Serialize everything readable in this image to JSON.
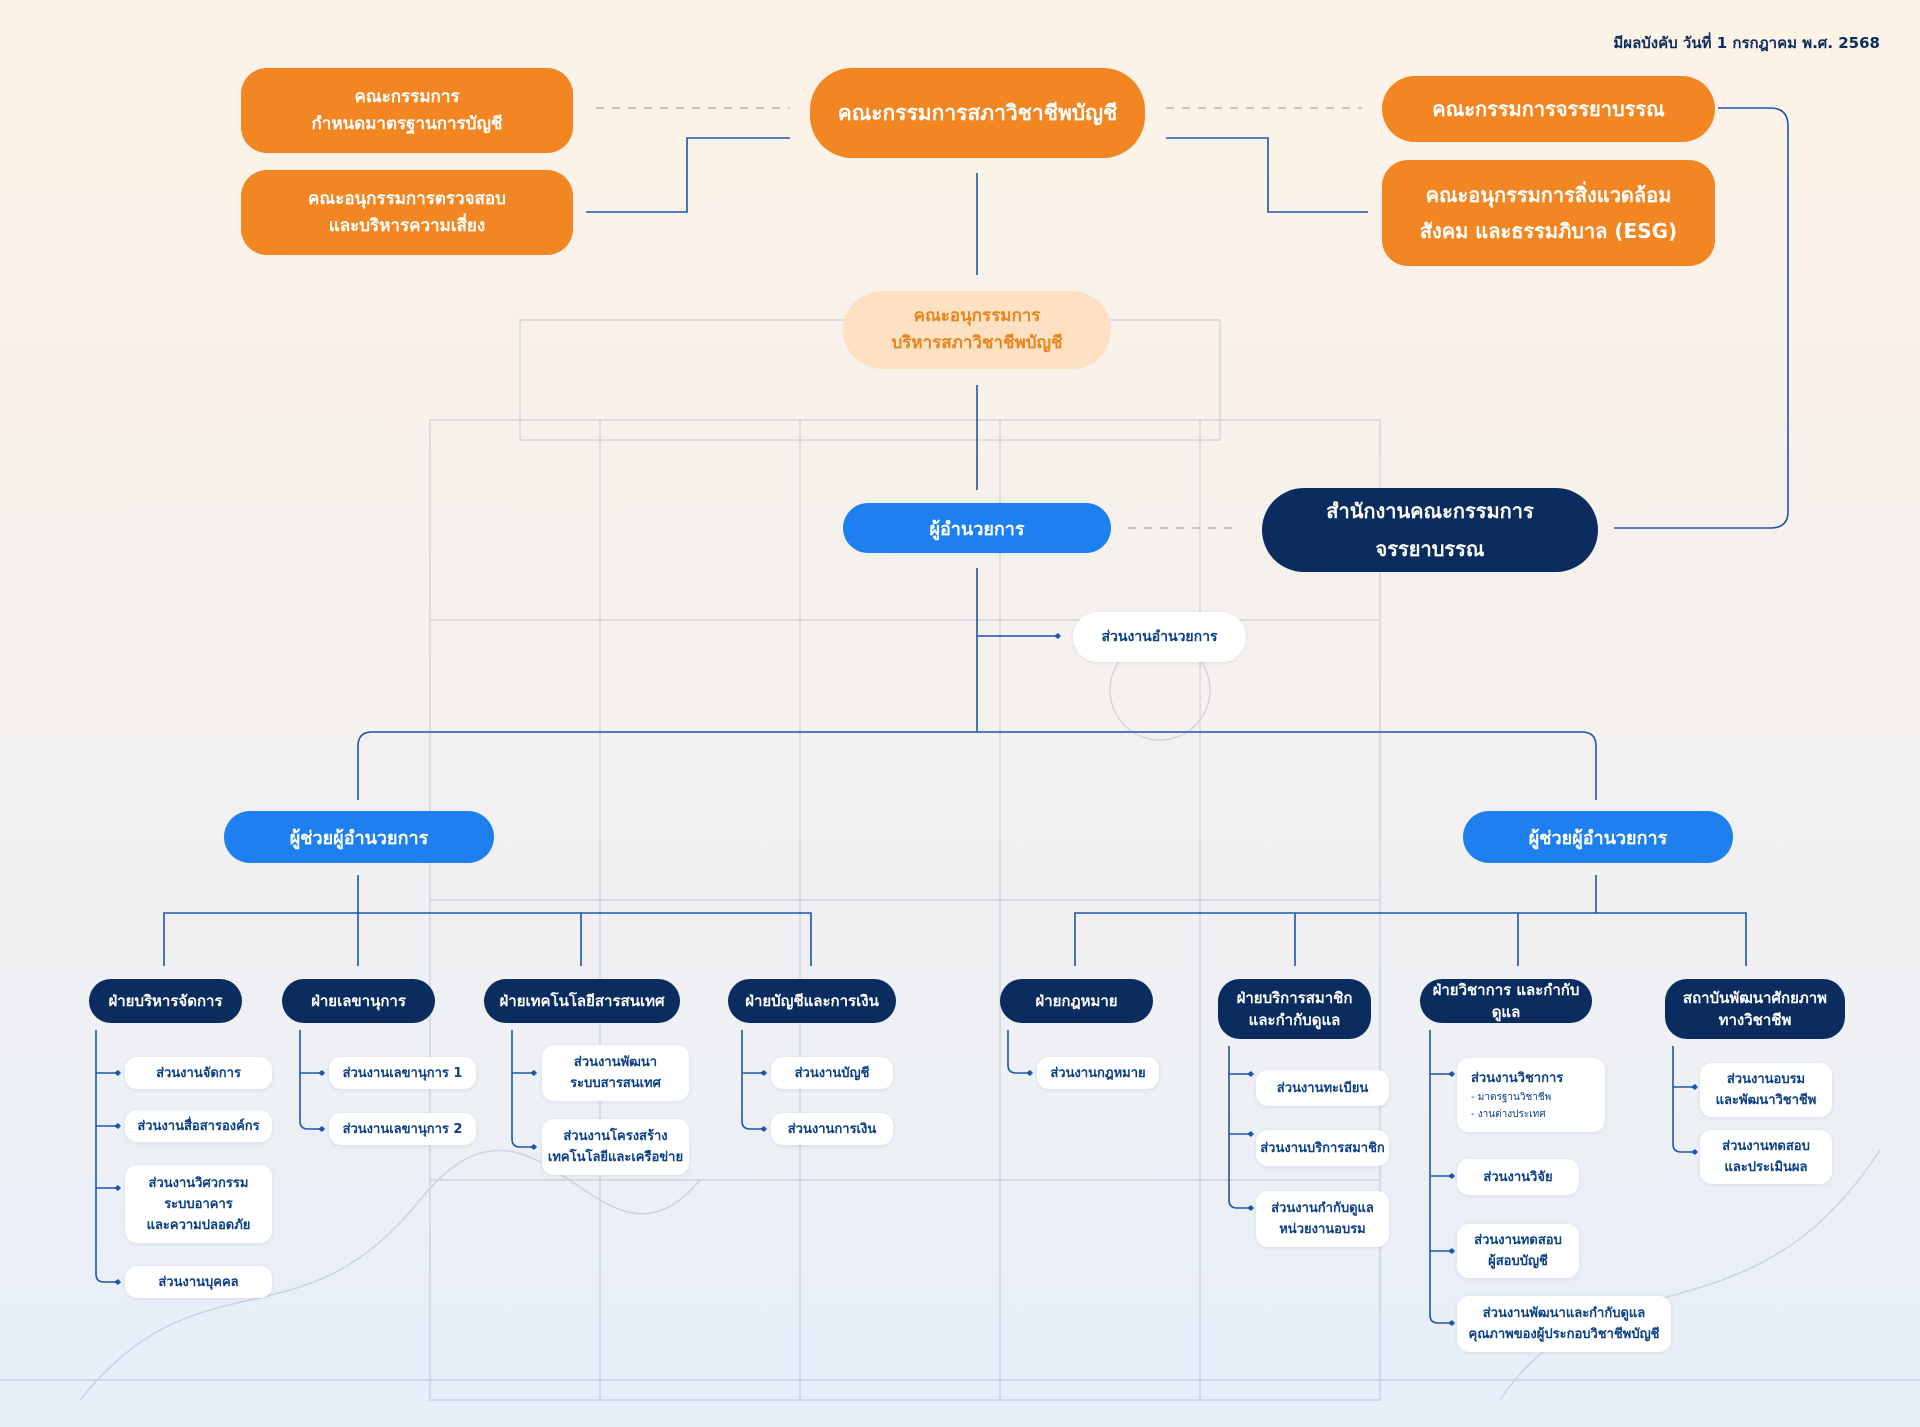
{
  "effective_date": "มีผลบังคับ วันที่ 1 กรกฎาคม พ.ศ. 2568",
  "committees": {
    "council": "คณะกรรมการสภาวิชาชีพบัญชี",
    "standards": "คณะกรรมการ\nกำหนดมาตรฐานการบัญชี",
    "audit_risk": "คณะอนุกรรมการตรวจสอบ\nและบริหารความเสี่ยง",
    "ethics": "คณะกรรมการจรรยาบรรณ",
    "esg": "คณะอนุกรรมการสิ่งแวดล้อม\nสังคม และธรรมภิบาล (ESG)",
    "management": "คณะอนุกรรมการ\nบริหารสภาวิชาชีพบัญชี"
  },
  "director": "ผู้อำนวยการ",
  "ethics_office": "สำนักงานคณะกรรมการ\nจรรยาบรรณ",
  "director_unit": "ส่วนงานอำนวยการ",
  "assistant_left": "ผู้ช่วยผู้อำนวยการ",
  "assistant_right": "ผู้ช่วยผู้อำนวยการ",
  "departments": [
    {
      "name": "ฝ่ายบริหารจัดการ",
      "units": [
        "ส่วนงานจัดการ",
        "ส่วนงานสื่อสารองค์กร",
        "ส่วนงานวิศวกรรม\nระบบอาคาร\nและความปลอดภัย",
        "ส่วนงานบุคคล"
      ]
    },
    {
      "name": "ฝ่ายเลขานุการ",
      "units": [
        "ส่วนงานเลขานุการ 1",
        "ส่วนงานเลขานุการ 2"
      ]
    },
    {
      "name": "ฝ่ายเทคโนโลยีสารสนเทศ",
      "units": [
        "ส่วนงานพัฒนา\nระบบสารสนเทศ",
        "ส่วนงานโครงสร้าง\nเทคโนโลยีและเครือข่าย"
      ]
    },
    {
      "name": "ฝ่ายบัญชีและการเงิน",
      "units": [
        "ส่วนงานบัญชี",
        "ส่วนงานการเงิน"
      ]
    },
    {
      "name": "ฝ่ายกฎหมาย",
      "units": [
        "ส่วนงานกฎหมาย"
      ]
    },
    {
      "name": "ฝ่ายบริการสมาชิก\nและกำกับดูแล",
      "units": [
        "ส่วนงานทะเบียน",
        "ส่วนงานบริการสมาชิก",
        "ส่วนงานกำกับดูแล\nหน่วยงานอบรม"
      ]
    },
    {
      "name": "ฝ่ายวิชาการ และกำกับดูแล",
      "units": [
        "ส่วนงานวิชาการ",
        "ส่วนงานวิจัย",
        "ส่วนงานทดสอบ\nผู้สอบบัญชี",
        "ส่วนงานพัฒนาและกำกับดูแล\nคุณภาพของผู้ประกอบวิชาชีพบัญชี"
      ],
      "academic_subitems": [
        "- มาตรฐานวิชาชีพ",
        "- งานต่างประเทศ"
      ]
    },
    {
      "name": "สถาบันพัฒนาศักยภาพ\nทางวิชาชีพ",
      "units": [
        "ส่วนงานอบรม\nและพัฒนาวิชาชีพ",
        "ส่วนงานทดสอบ\nและประเมินผล"
      ]
    }
  ],
  "colors": {
    "orange": "#f18623",
    "peach": "#fde1c2",
    "navy": "#0b2c5f",
    "blue": "#1e80ee",
    "line": "#1e56a8"
  }
}
